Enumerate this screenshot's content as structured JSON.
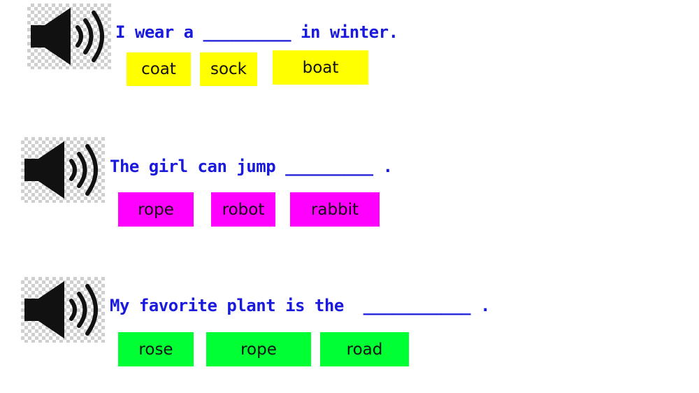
{
  "questions": [
    {
      "sentence": "I wear a _________ in winter.",
      "choices": [
        "coat",
        "sock",
        "boat"
      ],
      "color": "#ffff00"
    },
    {
      "sentence": "The girl can jump _________ .",
      "choices": [
        "rope",
        "robot",
        "rabbit"
      ],
      "color": "#ff00ff"
    },
    {
      "sentence": "My favorite plant is the  ___________ .",
      "choices": [
        "rose",
        "rope",
        "road"
      ],
      "color": "#00ff33"
    }
  ],
  "text_color": "#1a1adc",
  "icon": "speaker-icon"
}
